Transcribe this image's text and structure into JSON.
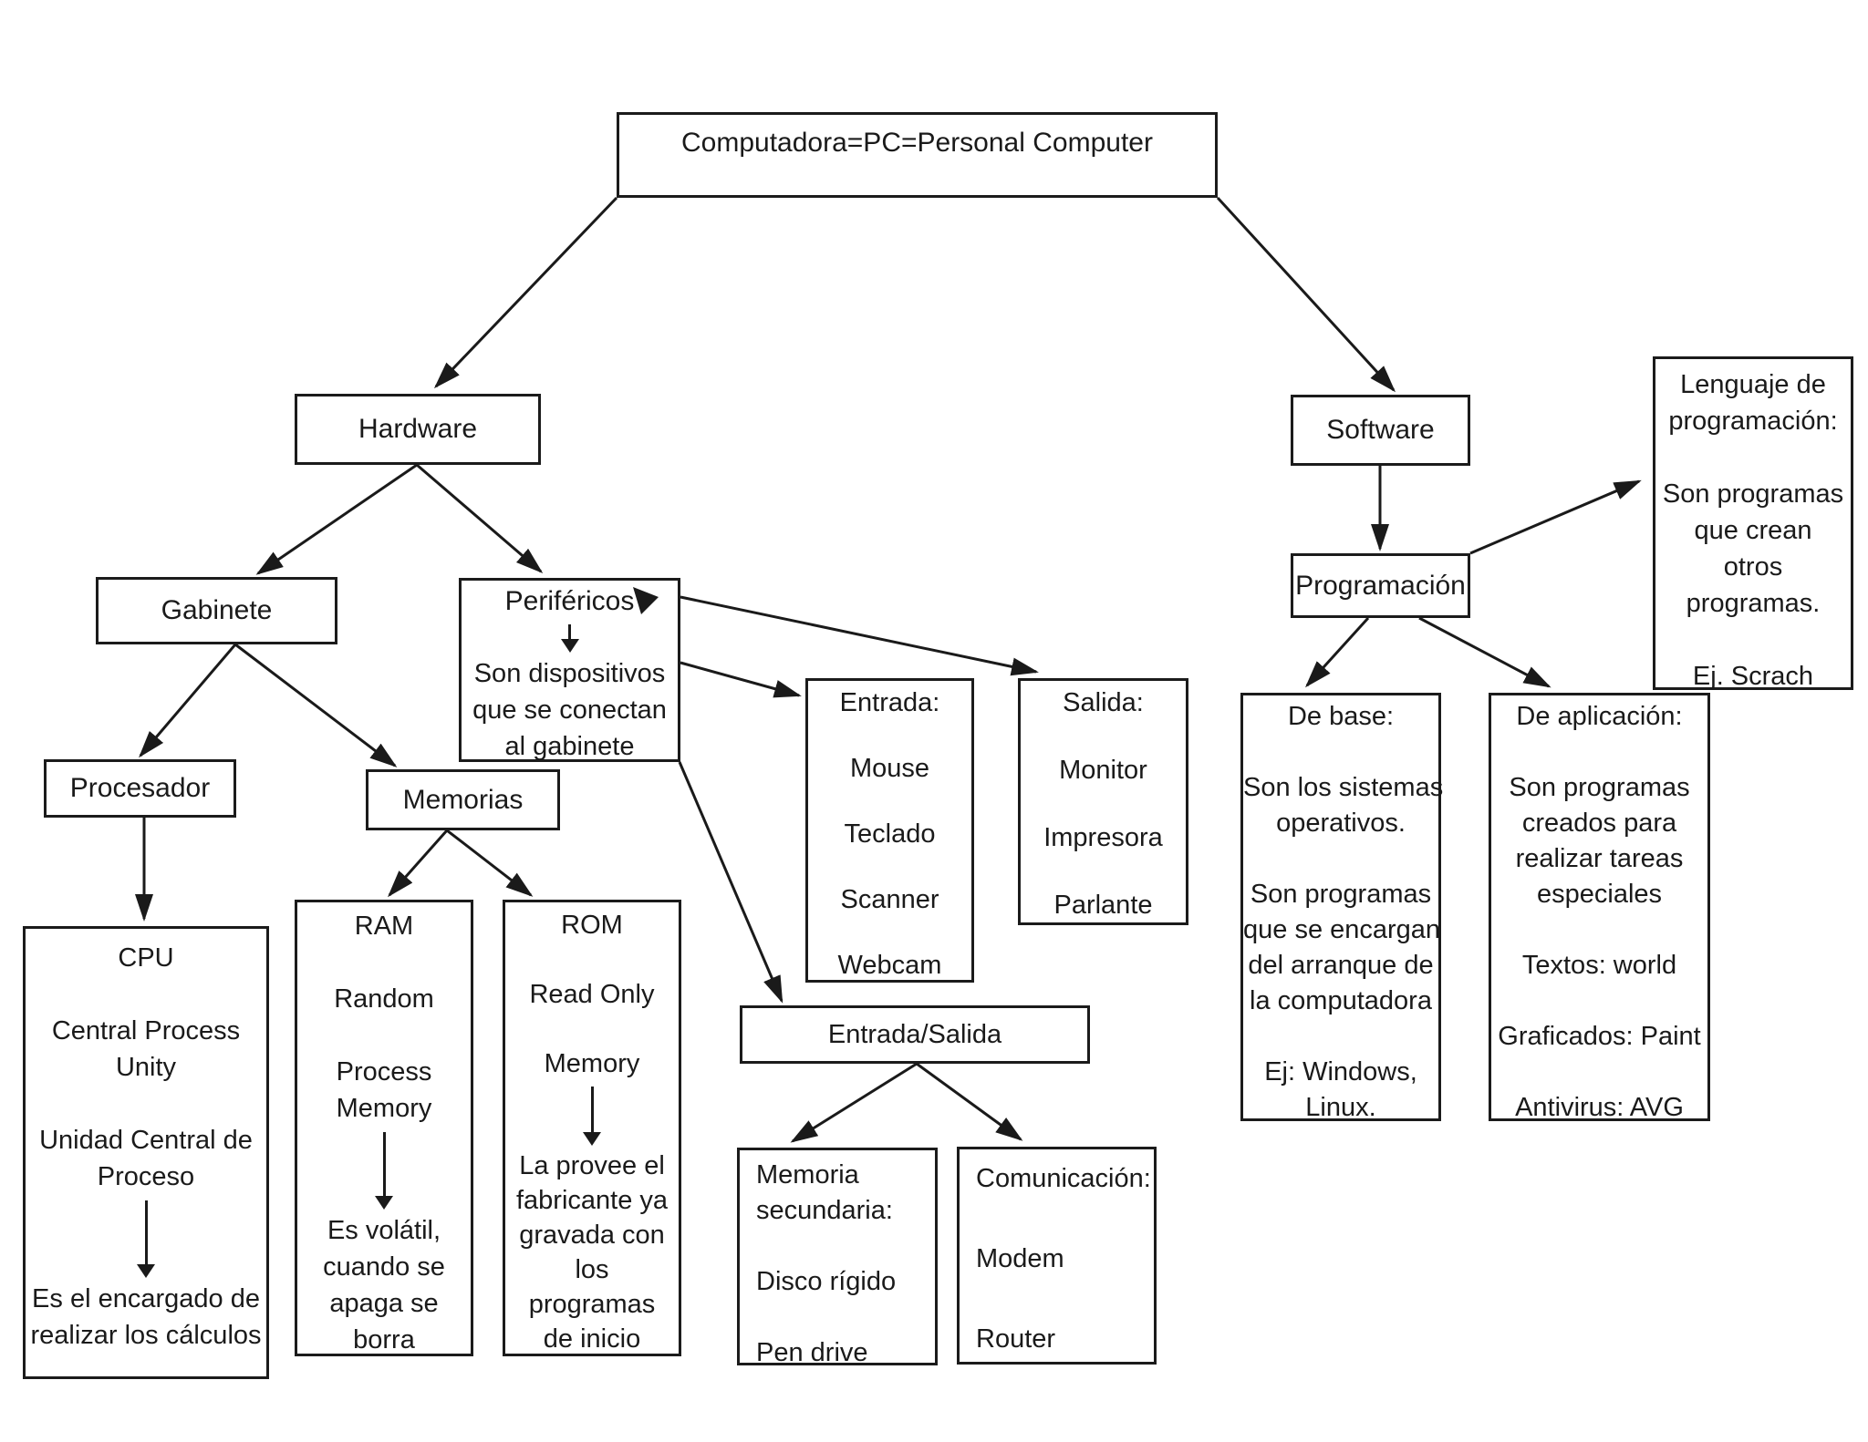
{
  "colors": {
    "ink": "#1a1a1a",
    "background": "#ffffff"
  },
  "boxes": {
    "computadora": {
      "label": "Computadora=PC=Personal Computer"
    },
    "hardware": {
      "label": "Hardware"
    },
    "software": {
      "label": "Software"
    },
    "gabinete": {
      "label": "Gabinete"
    },
    "procesador": {
      "label": "Procesador"
    },
    "memorias": {
      "label": "Memorias"
    },
    "perifericos": {
      "title": "Periféricos",
      "body": [
        "Son dispositivos",
        "que se conectan",
        "al gabinete"
      ]
    },
    "cpu": {
      "top": [
        "CPU",
        "",
        "Central Process",
        "Unity",
        "",
        "Unidad Central de",
        "Proceso"
      ],
      "bottom": [
        "Es el encargado de",
        "realizar los cálculos"
      ]
    },
    "ram": {
      "top": [
        "RAM",
        "",
        "Random",
        "",
        "Process",
        "Memory"
      ],
      "bottom": [
        "Es volátil,",
        "cuando se",
        "apaga se",
        "borra"
      ]
    },
    "rom": {
      "top": [
        "ROM",
        "",
        "Read Only",
        "",
        "Memory"
      ],
      "bottom": [
        "La provee el",
        "fabricante ya",
        "gravada con",
        "los",
        "programas",
        "de inicio"
      ]
    },
    "entrada": {
      "lines": [
        "Entrada:",
        "",
        "Mouse",
        "",
        "Teclado",
        "",
        "Scanner",
        "",
        "Webcam"
      ]
    },
    "salida": {
      "lines": [
        "Salida:",
        "",
        "Monitor",
        "",
        "Impresora",
        "",
        "Parlante"
      ]
    },
    "entrada_salida": {
      "label": "Entrada/Salida"
    },
    "memoria_secundaria": {
      "lines": [
        "Memoria",
        "secundaria:",
        "",
        "Disco rígido",
        "",
        "Pen drive"
      ]
    },
    "comunicacion": {
      "lines": [
        "Comunicación:",
        "",
        "Modem",
        "",
        "Router"
      ]
    },
    "programacion": {
      "label": "Programación"
    },
    "lenguaje": {
      "lines": [
        "Lenguaje de",
        "programación:",
        "",
        "Son programas",
        "que crean",
        "otros",
        "programas.",
        "",
        "Ej. Scrach"
      ]
    },
    "de_base": {
      "lines": [
        "De base:",
        "",
        "Son los sistemas",
        "operativos.",
        "",
        "Son programas",
        "que se encargan",
        "del arranque de",
        "la computadora",
        "",
        "Ej: Windows,",
        "Linux."
      ]
    },
    "de_aplicacion": {
      "lines": [
        "De aplicación:",
        "",
        "Son programas",
        "creados para",
        "realizar tareas",
        "especiales",
        "",
        "Textos: world",
        "",
        "Graficados: Paint",
        "",
        "Antivirus: AVG"
      ]
    }
  }
}
